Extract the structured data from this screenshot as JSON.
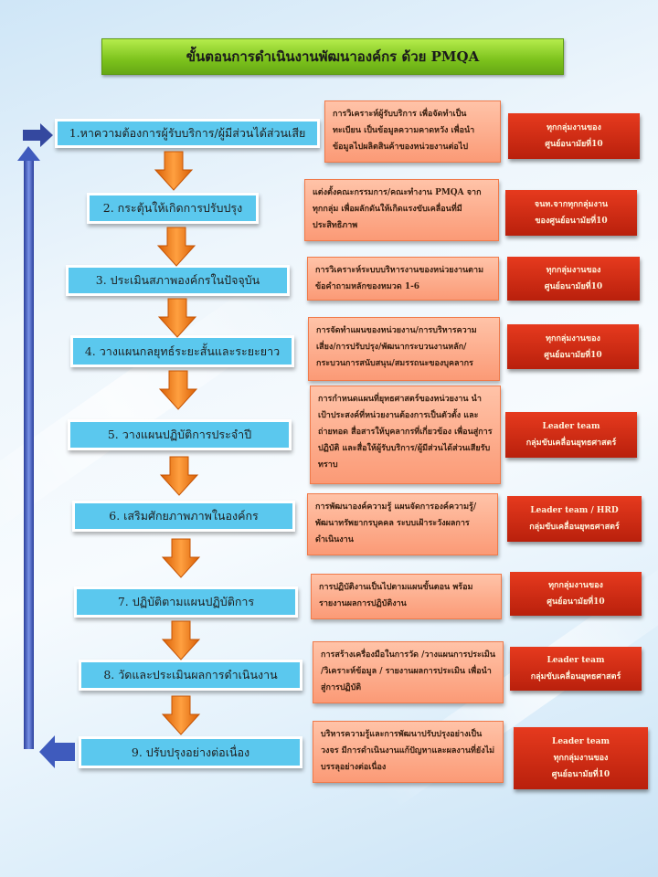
{
  "title": "ขั้นตอนการดำเนินงานพัฒนาองค์กร ด้วย PMQA",
  "colors": {
    "step": "#5bc8ee",
    "desc": "#fb9a76",
    "owner": "#c8240f",
    "title": "#7cc21c",
    "arrow": "#ee7a12",
    "loop": "#3f5bbd"
  },
  "steps": [
    {
      "label": "1.หาความต้องการผู้รับบริการ/ผู้มีส่วนได้ส่วนเสีย",
      "desc": "การวิเคราะห์ผู้รับบริการ เพื่อจัดทำเป็นทะเบียน เป็นข้อมูลความคาดหวัง เพื่อนำข้อมูลไปผลิตสินค้าของหน่วยงานต่อไป",
      "owner": [
        "ทุกกลุ่มงานของ",
        "ศูนย์อนามัยที่10"
      ]
    },
    {
      "label": "2. กระตุ้นให้เกิดการปรับปรุง",
      "desc": "แต่งตั้งคณะกรรมการ/คณะทำงาน PMQA จากทุกกลุ่ม เพื่อผลักดันให้เกิดแรงขับเคลื่อนที่มีประสิทธิภาพ",
      "owner": [
        "จนท.จากทุกกลุ่มงาน",
        "ของศูนย์อนามัยที่10"
      ]
    },
    {
      "label": "3. ประเมินสภาพองค์กรในปัจจุบัน",
      "desc": "การวิเคราะห์ระบบบริหารงานของหน่วยงานตามข้อคำถามหลักของหมวด 1-6",
      "owner": [
        "ทุกกลุ่มงานของ",
        "ศูนย์อนามัยที่10"
      ]
    },
    {
      "label": "4. วางแผนกลยุทธ์ระยะสั้นและระยะยาว",
      "desc": "การจัดทำแผนของหน่วยงาน/การบริหารความเสี่ยง/การปรับปรุง/พัฒนากระบวนงานหลัก/กระบวนการสนับสนุน/สมรรถนะของบุคลากร",
      "owner": [
        "ทุกกลุ่มงานของ",
        "ศูนย์อนามัยที่10"
      ]
    },
    {
      "label": "5. วางแผนปฏิบัติการประจำปี",
      "desc": "การกำหนดแผนที่ยุทธศาสตร์ของหน่วยงาน นำเป้าประสงค์ที่หน่วยงานต้องการเป็นตัวตั้ง และถ่ายทอด สื่อสารให้บุคลากรที่เกี่ยวข้อง เพื่อนสู่การปฏิบัติ และสื่อให้ผู้รับบริการ/ผู้มีส่วนได้ส่วนเสียรับทราบ",
      "owner": [
        "Leader team",
        "กลุ่มขับเคลื่อนยุทธศาสตร์"
      ]
    },
    {
      "label": "6. เสริมศักยภาพภาพในองค์กร",
      "desc": "การพัฒนาองค์ความรู้ แผนจัดการองค์ความรู้/พัฒนาทรัพยากรบุคคล ระบบเฝ้าระวังผลการดำเนินงาน",
      "owner": [
        "Leader team / HRD",
        "กลุ่มขับเคลื่อนยุทธศาสตร์"
      ]
    },
    {
      "label": "7. ปฏิบัติตามแผนปฏิบัติการ",
      "desc": "การปฏิบัติงานเป็นไปตามแผนขั้นตอน พร้อมรายงานผลการปฏิบัติงาน",
      "owner": [
        "ทุกกลุ่มงานของ",
        "ศูนย์อนามัยที่10"
      ]
    },
    {
      "label": "8. วัดและประเมินผลการดำเนินงาน",
      "desc": "การสร้างเครื่องมือในการวัด /วางแผนการประเมิน /วิเคราะห์ข้อมูล / รายงานผลการประเมิน เพื่อนำสู่การปฏิบัติ",
      "owner": [
        "Leader team",
        "กลุ่มขับเคลื่อนยุทธศาสตร์"
      ]
    },
    {
      "label": "9. ปรับปรุงอย่างต่อเนื่อง",
      "desc": "บริหารความรู้และการพัฒนาปรับปรุงอย่างเป็นวงจร มีการดำเนินงานแก้ปัญหาและผลงานที่ยังไม่บรรลุอย่างต่อเนื่อง",
      "owner": [
        "Leader team",
        "ทุกกลุ่มงานของ",
        "ศูนย์อนามัยที่10"
      ]
    }
  ]
}
